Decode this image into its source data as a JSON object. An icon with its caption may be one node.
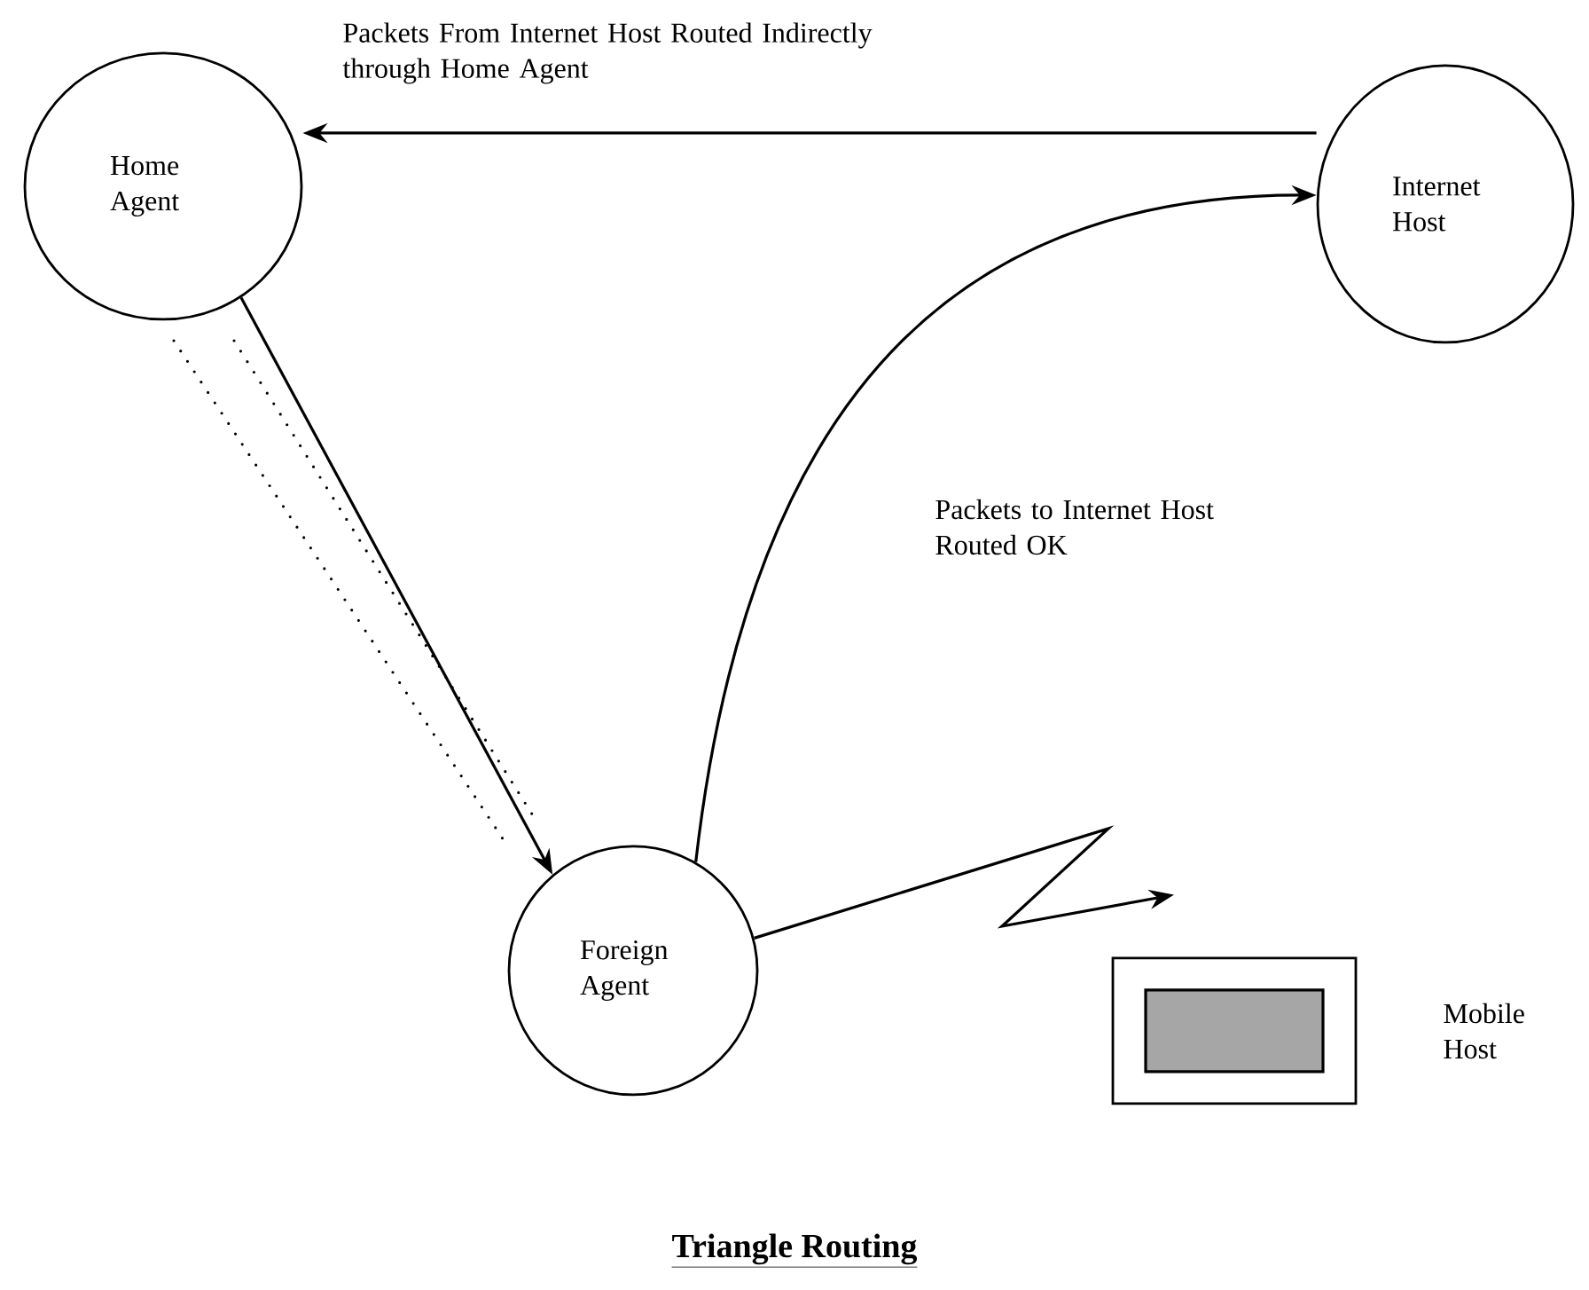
{
  "diagram": {
    "title": "Triangle Routing",
    "nodes": [
      {
        "text": [
          "Home Agent"
        ]
      },
      {
        "text": [
          "Internet Host"
        ]
      },
      {
        "text": [
          "Foreign Agent"
        ]
      },
      {
        "text": [],
        "shape": "box",
        "beside": [
          "Mobile Host"
        ]
      }
    ],
    "edges": [
      {
        "from": 1,
        "to": 0,
        "arrow": "to",
        "label": "Packets From Internet Host Routed Indirectly through Home Agent"
      },
      {
        "from": 0,
        "to": 2,
        "arrow": "to"
      },
      {
        "from": 2,
        "to": 1,
        "arrow": "to",
        "label": "Packets to Internet Host Routed OK"
      },
      {
        "from": 2,
        "to": 3,
        "arrow": "to"
      }
    ]
  }
}
